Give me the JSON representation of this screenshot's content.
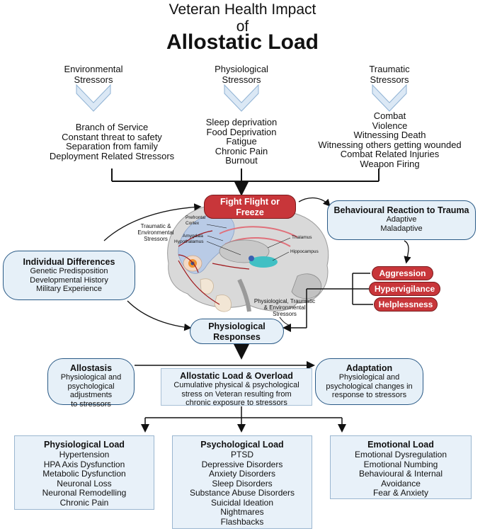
{
  "title": {
    "line1": "Veteran Health Impact",
    "line2": "of",
    "main": "Allostatic Load"
  },
  "stressors": [
    {
      "heading": [
        "Environmental",
        "Stressors"
      ],
      "items": [
        "Branch of Service",
        "Constant threat to safety",
        "Separation from family",
        "Deployment Related Stressors"
      ]
    },
    {
      "heading": [
        "Physiological",
        "Stressors"
      ],
      "items": [
        "Sleep deprivation",
        "Food Deprivation",
        "Fatigue",
        "Chronic Pain",
        "Burnout"
      ]
    },
    {
      "heading": [
        "Traumatic",
        "Stressors"
      ],
      "items": [
        "Combat",
        "Violence",
        "Witnessing Death",
        "Witnessing others getting wounded",
        "Combat Related Injuries",
        "Weapon Firing"
      ]
    }
  ],
  "fight": {
    "line1": "Fight Flight or",
    "line2": "Freeze"
  },
  "behaviour": {
    "title": "Behavioural Reaction to Trauma",
    "items": [
      "Adaptive",
      "Maladaptive"
    ]
  },
  "reactions": [
    "Aggression",
    "Hypervigilance",
    "Helplessness"
  ],
  "individual": {
    "title": "Individual Differences",
    "items": [
      "Genetic Predisposition",
      "Developmental History",
      "Military Experience"
    ]
  },
  "brain_labels": {
    "prefrontal": [
      "Prefrontal",
      "Cortex"
    ],
    "amygdala": "Amygdala",
    "hypothalamus": "Hypothalamus",
    "thalamus": "Thalamus",
    "hippocampus": "Hippocampus",
    "traumatic_env": [
      "Traumatic &",
      "Environmental",
      "Stressors"
    ],
    "phys_trauma_env": [
      "Physiological, Traumatic",
      "& Environmental",
      "Stressors"
    ]
  },
  "physio_responses": {
    "line1": "Physiological",
    "line2": "Responses"
  },
  "allostasis": {
    "title": "Allostasis",
    "text": [
      "Physiological and",
      "psychological adjustments",
      "to stressors"
    ]
  },
  "allostatic_load": {
    "title": "Allostatic Load & Overload",
    "text": [
      "Cumulative physical & psychological",
      "stress on Veteran resulting from",
      "chronic exposure to stressors"
    ]
  },
  "adaptation": {
    "title": "Adaptation",
    "text": [
      "Physiological and",
      "psychological changes in",
      "response to stressors"
    ]
  },
  "loads": [
    {
      "title": "Physiological Load",
      "items": [
        "Hypertension",
        "HPA Axis Dysfunction",
        "Metabolic Dysfunction",
        "Neuronal Loss",
        "Neuronal Remodelling",
        "Chronic Pain"
      ]
    },
    {
      "title": "Psychological Load",
      "items": [
        "PTSD",
        "Depressive Disorders",
        "Anxiety Disorders",
        "Sleep Disorders",
        "Substance Abuse Disorders",
        "Suicidal Ideation",
        "Nightmares",
        "Flashbacks"
      ]
    },
    {
      "title": "Emotional Load",
      "items": [
        "Emotional Dysregulation",
        "Emotional Numbing",
        "Behavioural & Internal",
        "Avoidance",
        "Fear & Anxiety"
      ]
    }
  ],
  "colors": {
    "red": "#c8363a",
    "blue_border": "#2a5a86",
    "blue_fill": "#e6f0f8",
    "chevron": "#dbe8f5"
  }
}
